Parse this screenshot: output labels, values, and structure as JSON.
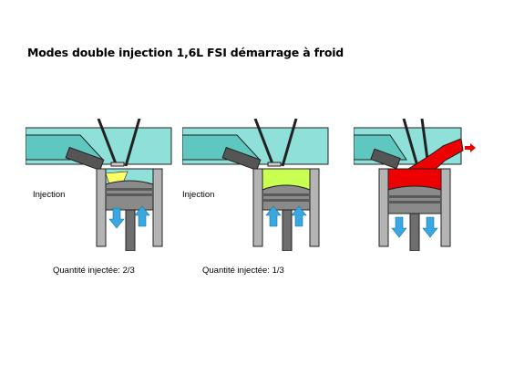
{
  "title": "Modes double injection 1,6L FSI démarrage à froid",
  "panels": [
    {
      "phase_label": "Injection",
      "caption": "Quantité injectée: 2/3",
      "charge_color": "#ffff66"
    },
    {
      "phase_label": "Injection",
      "caption": "Quantité injectée: 1/3",
      "charge_color": "#c8ff50"
    },
    {
      "phase_label": "",
      "caption": "",
      "charge_color": "#ee0000"
    }
  ],
  "colors": {
    "intake": "#80d8d0",
    "cylinder_wall": "#b4b4b4",
    "piston": "#8a8a8a",
    "piston_ring": "#5a5a5a",
    "flow_arrow": "#3aa8e0",
    "exhaust": "#ee0000",
    "outline": "#222222"
  }
}
